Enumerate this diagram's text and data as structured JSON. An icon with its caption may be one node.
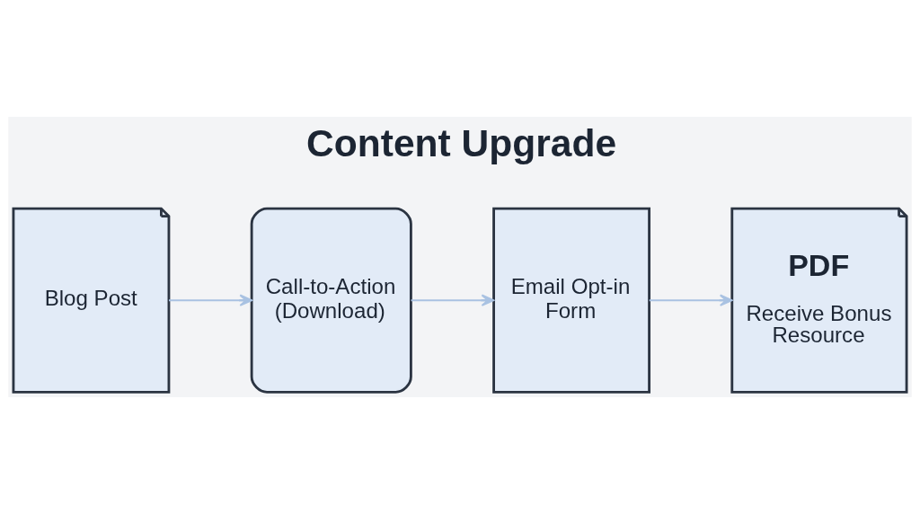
{
  "diagram": {
    "title": "Content Upgrade",
    "nodes": [
      {
        "text": [
          "Blog Post"
        ]
      },
      {
        "text": [
          "Call-to-Action (Download)"
        ]
      },
      {
        "text": [
          "Email Opt-in Form"
        ]
      },
      {
        "text": [
          "PDF",
          "Receive Bonus Resource"
        ]
      }
    ],
    "edges": [
      {
        "from": 0,
        "to": 1,
        "arrow": "to"
      },
      {
        "from": 1,
        "to": 2,
        "arrow": "to"
      },
      {
        "from": 2,
        "to": 3,
        "arrow": "to"
      }
    ]
  }
}
